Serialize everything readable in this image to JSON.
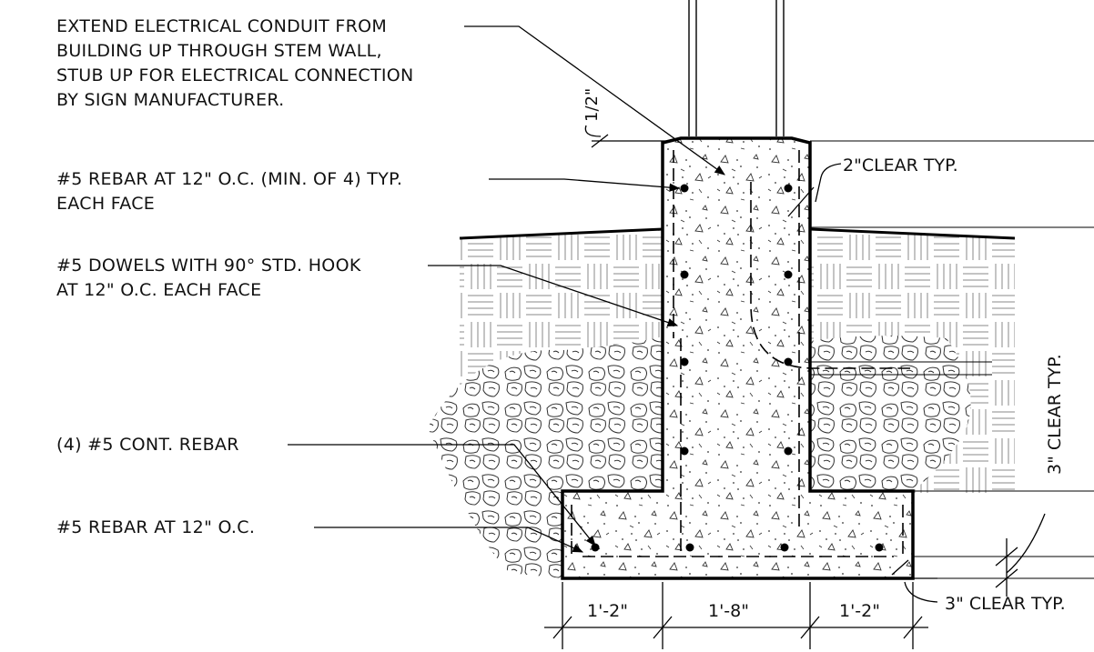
{
  "notes": {
    "conduit": {
      "line1": "EXTEND ELECTRICAL CONDUIT FROM",
      "line2": "BUILDING UP THROUGH STEM WALL,",
      "line3": "STUB UP FOR ELECTRICAL CONNECTION",
      "line4": "BY SIGN MANUFACTURER."
    },
    "rebar_wall": {
      "line1": "#5 REBAR AT 12\" O.C. (MIN. OF 4) TYP.",
      "line2": "EACH FACE"
    },
    "dowels": {
      "line1": "#5 DOWELS WITH 90° STD. HOOK",
      "line2": "AT 12\" O.C. EACH FACE"
    },
    "cont_rebar": "(4) #5 CONT. REBAR",
    "rebar_footing": "#5 REBAR AT 12\" O.C."
  },
  "dimensions": {
    "half_inch": "1/2\"",
    "clear_2in": "2\"CLEAR TYP.",
    "clear_3in_vertical": "3\" CLEAR TYP.",
    "clear_3in_bottom": "3\" CLEAR TYP.",
    "left_width": "1'-2\"",
    "center_width": "1'-8\"",
    "right_width": "1'-2\""
  }
}
